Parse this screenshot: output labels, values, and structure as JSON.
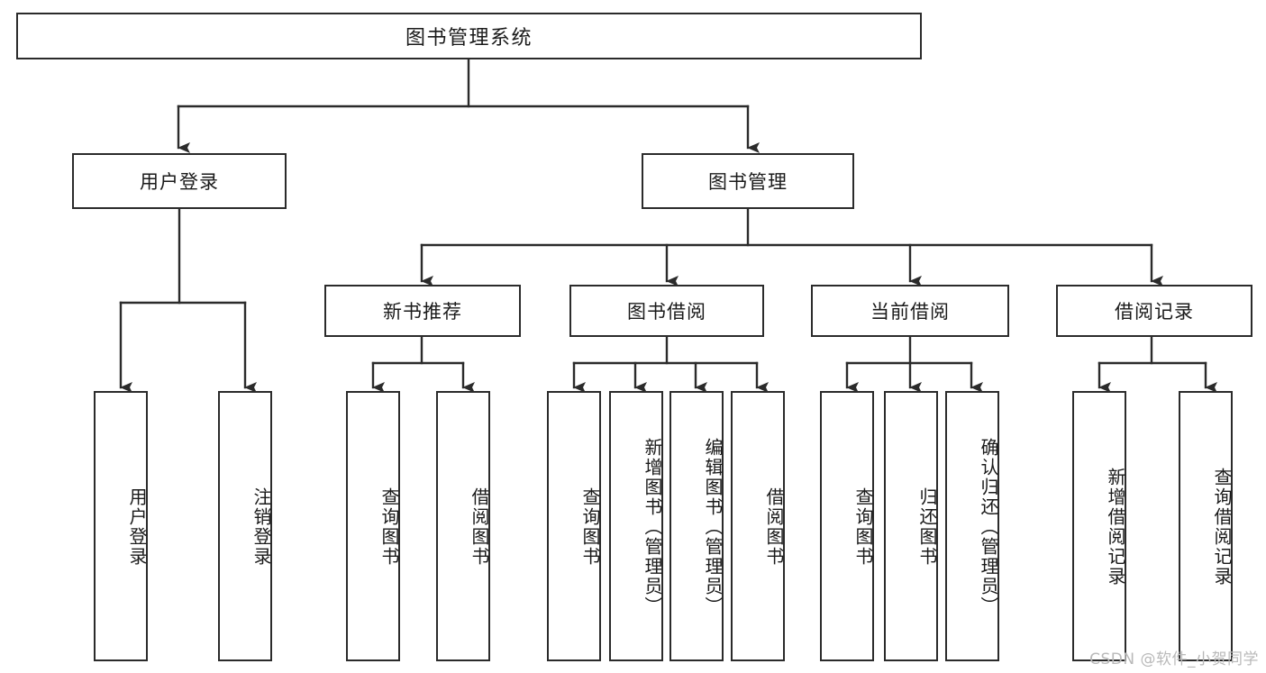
{
  "diagram": {
    "title": "图书管理系统",
    "type": "hierarchy-tree",
    "watermark": "CSDN @软件_小贺同学",
    "colors": {
      "stroke": "#2b2b2b",
      "fill": "#ffffff",
      "text": "#1a1a1a",
      "watermark": "#b9b9b9"
    },
    "root": {
      "label": "图书管理系统"
    },
    "level2": [
      {
        "label": "用户登录"
      },
      {
        "label": "图书管理"
      }
    ],
    "level3": [
      {
        "label": "新书推荐"
      },
      {
        "label": "图书借阅"
      },
      {
        "label": "当前借阅"
      },
      {
        "label": "借阅记录"
      }
    ],
    "leaves": {
      "user_login": [
        {
          "label": "用户登录"
        },
        {
          "label": "注销登录"
        }
      ],
      "new_book": [
        {
          "label": "查询图书"
        },
        {
          "label": "借阅图书"
        }
      ],
      "book_borrow": [
        {
          "label": "查询图书"
        },
        {
          "label": "新增图书（管理员）"
        },
        {
          "label": "编辑图书（管理员）"
        },
        {
          "label": "借阅图书"
        }
      ],
      "current_borrow": [
        {
          "label": "查询图书"
        },
        {
          "label": "归还图书"
        },
        {
          "label": "确认归还（管理员）"
        }
      ],
      "borrow_record": [
        {
          "label": "新增借阅记录"
        },
        {
          "label": "查询借阅记录"
        }
      ]
    }
  }
}
